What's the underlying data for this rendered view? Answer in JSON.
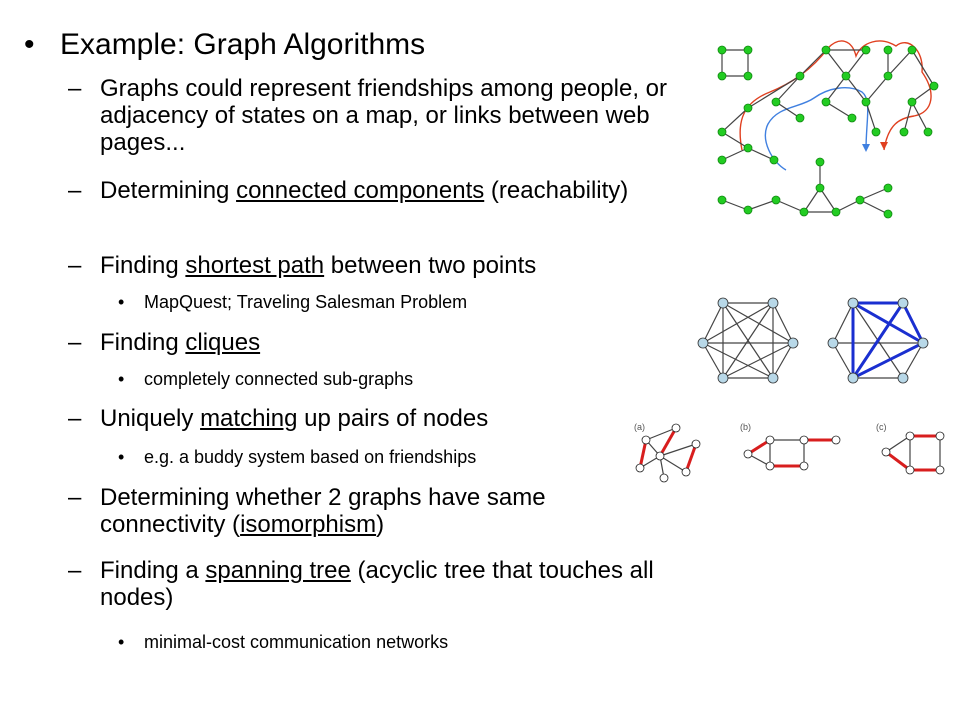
{
  "title": "Example: Graph Algorithms",
  "items": [
    {
      "text": "Graphs could represent friendships among people, or adjacency of states on a map, or links between web pages..."
    },
    {
      "pre": "Determining ",
      "link": "connected components",
      "post": " (reachability)"
    },
    {
      "pre": "Finding ",
      "link": "shortest path",
      "post": " between two points"
    },
    {
      "pre": "Finding ",
      "link": "cliques",
      "post": ""
    },
    {
      "pre": "Uniquely ",
      "link": "matching",
      "post": " up pairs of nodes"
    },
    {
      "pre": "Determining whether 2 graphs have same connectivity (",
      "link": "isomorphism",
      "post": ")"
    },
    {
      "pre": "Finding a ",
      "link": "spanning tree",
      "post": " (acyclic tree that touches all nodes)"
    }
  ],
  "subitems": [
    "MapQuest; Traveling Salesman Problem",
    "completely connected sub-graphs",
    "e.g. a buddy system based on friendships",
    "minimal-cost communication networks"
  ],
  "matching_panels": [
    "(a)",
    "(b)",
    "(c)"
  ],
  "colors": {
    "node_green": "#22cc22",
    "node_blue": "#b8d8e8",
    "edge_blue": "#1a2fd0",
    "edge_red": "#d81e1e",
    "path_red": "#e04020",
    "path_blue": "#4080e0"
  }
}
